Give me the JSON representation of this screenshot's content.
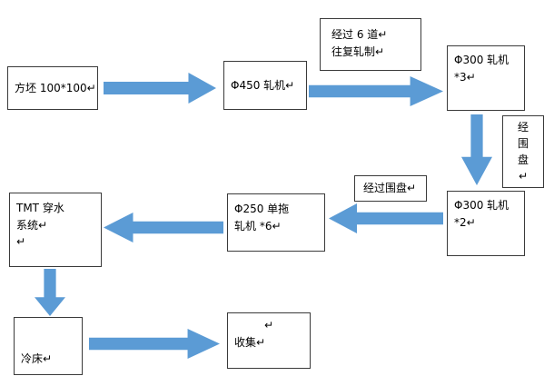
{
  "colors": {
    "arrow_fill": "#5b9bd5",
    "box_border": "#3a3a3a",
    "background": "#ffffff",
    "text": "#000000"
  },
  "nodes": {
    "billet": {
      "lines": [
        "方坯 100*100↵"
      ]
    },
    "mill_450": {
      "lines": [
        "Φ450 轧机↵"
      ]
    },
    "pass_note": {
      "lines": [
        "经过 6 道↵",
        "往复轧制↵"
      ]
    },
    "mill_300_3": {
      "lines": [
        "Φ300 轧机",
        "*3↵"
      ]
    },
    "coil_vertical": {
      "lines": [
        "经",
        "围",
        "盘",
        "↵"
      ]
    },
    "mill_300_2": {
      "lines": [
        "Φ300 轧机",
        "*2↵"
      ]
    },
    "coil_note": {
      "lines": [
        "经过围盘↵"
      ]
    },
    "mill_250": {
      "lines": [
        "Φ250 单拖",
        "轧机 *6↵"
      ]
    },
    "tmt": {
      "lines": [
        "TMT 穿水",
        "系统↵",
        "↵"
      ]
    },
    "cooling_bed": {
      "lines": [
        "冷床↵"
      ]
    },
    "collect": {
      "lines": [
        "↵",
        "收集↵"
      ]
    }
  }
}
